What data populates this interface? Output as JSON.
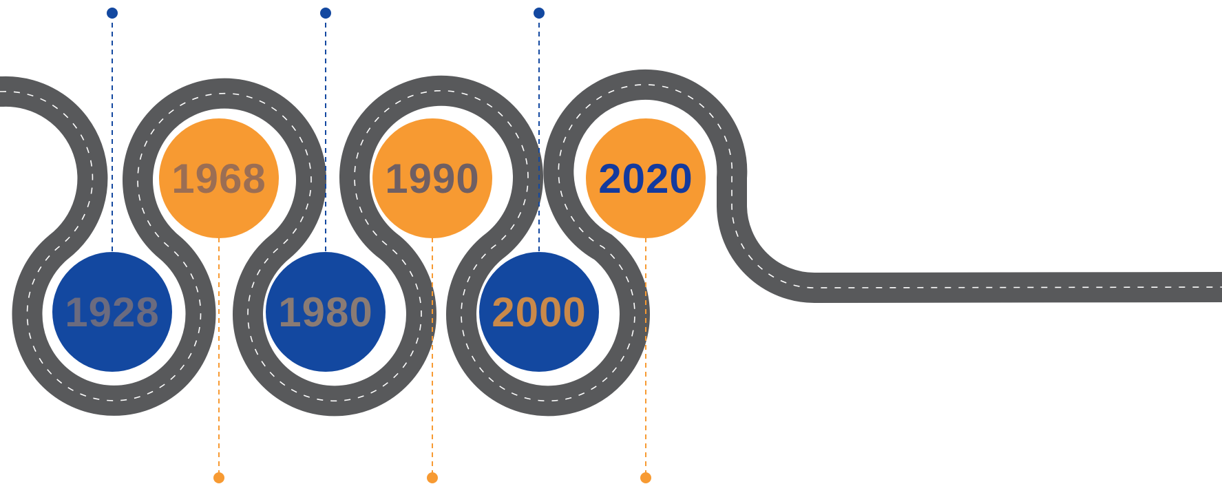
{
  "colors": {
    "road": "#58595b",
    "lane_marking": "#ffffff",
    "blue": "#1348a0",
    "orange": "#f79a32",
    "stem_blue": "#1348a0",
    "stem_orange": "#f79a32"
  },
  "milestones": [
    {
      "year": "1928",
      "circle_color": "#1348a0",
      "text_color": "#6b6b7f",
      "position": "bottom"
    },
    {
      "year": "1968",
      "circle_color": "#f79a32",
      "text_color": "#9b6e54",
      "position": "top"
    },
    {
      "year": "1980",
      "circle_color": "#1348a0",
      "text_color": "#8a7b74",
      "position": "bottom"
    },
    {
      "year": "1990",
      "circle_color": "#f79a32",
      "text_color": "#6f5f63",
      "position": "top"
    },
    {
      "year": "2000",
      "circle_color": "#1348a0",
      "text_color": "#c9894a",
      "position": "bottom"
    },
    {
      "year": "2020",
      "circle_color": "#f79a32",
      "text_color": "#133a9e",
      "position": "top"
    }
  ]
}
